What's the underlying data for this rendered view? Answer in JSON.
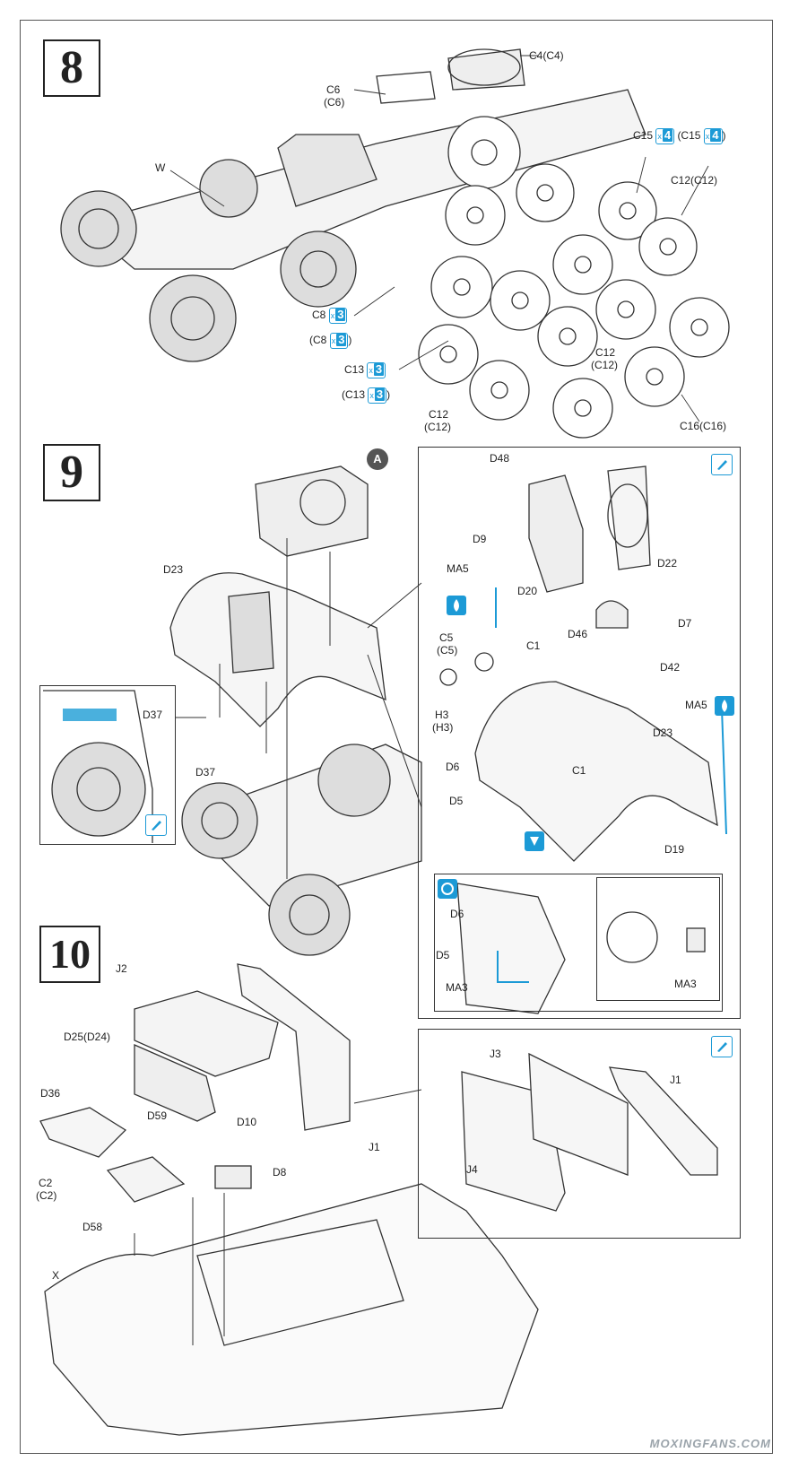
{
  "steps": {
    "s8": "8",
    "s9": "9",
    "s10": "10"
  },
  "step8": {
    "c4": "C4(C4)",
    "c6": "C6",
    "c6b": "(C6)",
    "w": "W",
    "c15_pre": "C15",
    "c15_x": "x",
    "c15_n": "4",
    "c15_mid": "(C15",
    "c15_x2": "x",
    "c15_n2": "4",
    "c15_end": ")",
    "c12_top": "C12(C12)",
    "c8": "C8",
    "c8_paren_open": "(C8",
    "c8_paren_close": ")",
    "c13": "C13",
    "c13_paren_open": "(C13",
    "c13_paren_close": ")",
    "qty_x": "x",
    "qty_3": "3",
    "c12_mid_a": "C12",
    "c12_mid_b": "(C12)",
    "c12_bot_a": "C12",
    "c12_bot_b": "(C12)",
    "c16": "C16(C16)"
  },
  "step9": {
    "a": "A",
    "d23": "D23",
    "d37_inset": "D37",
    "d37": "D37",
    "d48": "D48",
    "d9": "D9",
    "d22": "D22",
    "ma5": "MA5",
    "d20": "D20",
    "d7": "D7",
    "d46": "D46",
    "c5": "C5",
    "c5b": "(C5)",
    "c1a": "C1",
    "d42": "D42",
    "h3": "H3",
    "h3b": "(H3)",
    "ma5b": "MA5",
    "d23b": "D23",
    "d6": "D6",
    "c1b": "C1",
    "d5": "D5",
    "d19": "D19",
    "d6b": "D6",
    "d5b": "D5",
    "ma3": "MA3",
    "ma3b": "MA3"
  },
  "step10": {
    "j2": "J2",
    "d25": "D25(D24)",
    "d36": "D36",
    "d59": "D59",
    "d10": "D10",
    "c2": "C2",
    "c2b": "(C2)",
    "j1": "J1",
    "d8": "D8",
    "d58": "D58",
    "x": "X",
    "j3": "J3",
    "j1b": "J1",
    "j4": "J4"
  },
  "watermark": "MOXINGFANS.COM",
  "colors": {
    "accent": "#1c9ad6",
    "line": "#333333"
  },
  "icons": [
    "paint-icon",
    "drop-icon",
    "glue-icon",
    "rotate-view-icon"
  ]
}
